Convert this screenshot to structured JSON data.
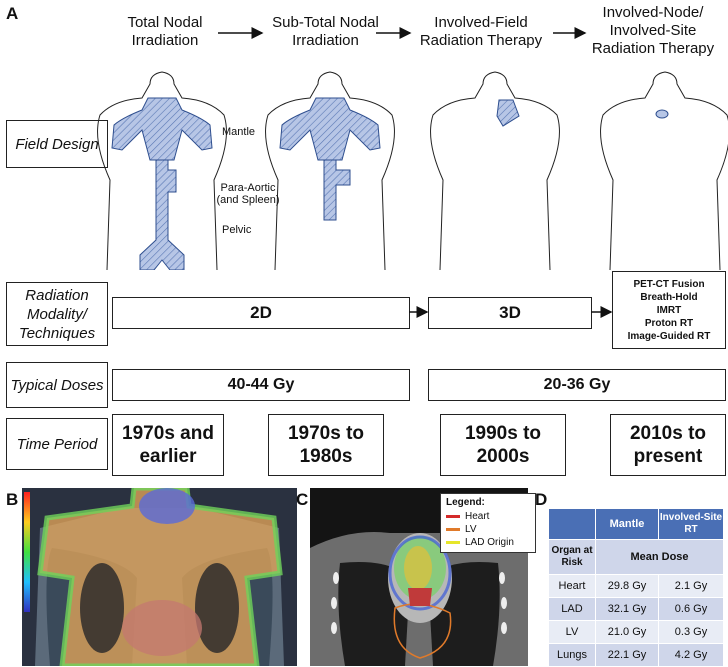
{
  "panels": {
    "a": "A",
    "b": "B",
    "c": "C",
    "d": "D"
  },
  "eras": [
    "Total Nodal Irradiation",
    "Sub-Total Nodal Irradiation",
    "Involved-Field Radiation Therapy",
    "Involved-Node/ Involved-Site Radiation Therapy"
  ],
  "row_labels": {
    "field_design": "Field Design",
    "modality": "Radiation Modality/ Techniques",
    "doses": "Typical Doses",
    "period": "Time Period"
  },
  "field_labels": {
    "mantle": "Mantle",
    "para_aortic": "Para-Aortic (and Spleen)",
    "pelvic": "Pelvic"
  },
  "modality": {
    "box_2d": "2D",
    "box_3d": "3D",
    "techniques": [
      "PET-CT Fusion",
      "Breath-Hold",
      "IMRT",
      "Proton RT",
      "Image-Guided RT"
    ]
  },
  "doses": {
    "early": "40-44 Gy",
    "late": "20-36 Gy"
  },
  "periods": [
    "1970s and earlier",
    "1970s to 1980s",
    "1990s to 2000s",
    "2010s to present"
  ],
  "legend": {
    "title": "Legend:",
    "items": [
      {
        "label": "Heart",
        "color": "#d42a2a"
      },
      {
        "label": "LV",
        "color": "#e07a2a"
      },
      {
        "label": "LAD Origin",
        "color": "#e6e62a"
      }
    ]
  },
  "table": {
    "col_mantle": "Mantle",
    "col_involved": "Involved-Site RT",
    "organ_header": "Organ at Risk",
    "mean_dose": "Mean Dose",
    "rows": [
      {
        "organ": "Heart",
        "mantle": "29.8 Gy",
        "involved": "2.1 Gy"
      },
      {
        "organ": "LAD",
        "mantle": "32.1 Gy",
        "involved": "0.6 Gy"
      },
      {
        "organ": "LV",
        "mantle": "21.0 Gy",
        "involved": "0.3 Gy"
      },
      {
        "organ": "Lungs",
        "mantle": "22.1 Gy",
        "involved": "4.2 Gy"
      }
    ]
  },
  "colors": {
    "field_fill": "#b7c6e6",
    "field_stroke": "#2f4f8f",
    "table_header": "#4a6fb5"
  }
}
